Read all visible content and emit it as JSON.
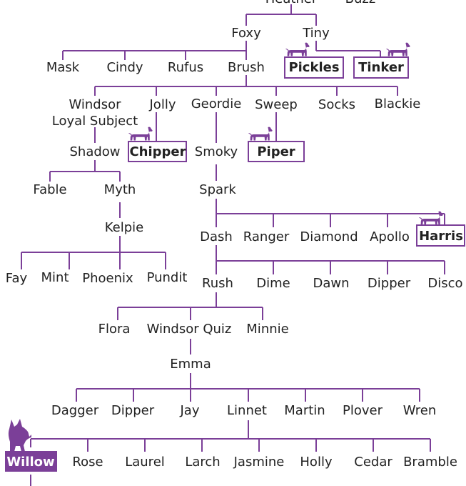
{
  "colors": {
    "line": "#7b3f98",
    "text": "#222222",
    "highlight_fill": "#7b3f98",
    "highlight_text": "#ffffff",
    "background": "#ffffff"
  },
  "icons": {
    "dachshund": "dachshund-icon",
    "corgi": "corgi-icon"
  },
  "names": {
    "heather": "Heather",
    "buzz": "Buzz",
    "foxy": "Foxy",
    "tiny": "Tiny",
    "mask": "Mask",
    "cindy": "Cindy",
    "rufus": "Rufus",
    "brush": "Brush",
    "pickles": "Pickles",
    "tinker": "Tinker",
    "windsor": "Windsor",
    "jolly": "Jolly",
    "geordie": "Geordie",
    "sweep": "Sweep",
    "socks": "Socks",
    "blackie": "Blackie",
    "loyal_subject": "Loyal Subject",
    "shadow": "Shadow",
    "chipper": "Chipper",
    "smoky": "Smoky",
    "piper": "Piper",
    "fable": "Fable",
    "myth": "Myth",
    "spark": "Spark",
    "kelpie": "Kelpie",
    "dash": "Dash",
    "ranger": "Ranger",
    "diamond": "Diamond",
    "apollo": "Apollo",
    "harris": "Harris",
    "fay": "Fay",
    "mint": "Mint",
    "phoenix": "Phoenix",
    "pundit": "Pundit",
    "rush": "Rush",
    "dime": "Dime",
    "dawn": "Dawn",
    "dipper": "Dipper",
    "disco": "Disco",
    "flora": "Flora",
    "windsor_quiz": "Windsor Quiz",
    "minnie": "Minnie",
    "emma": "Emma",
    "dagger": "Dagger",
    "dipper2": "Dipper",
    "jay": "Jay",
    "linnet": "Linnet",
    "martin": "Martin",
    "plover": "Plover",
    "wren": "Wren",
    "willow": "Willow",
    "rose": "Rose",
    "laurel": "Laurel",
    "larch": "Larch",
    "jasmine": "Jasmine",
    "holly": "Holly",
    "cedar": "Cedar",
    "bramble": "Bramble"
  }
}
